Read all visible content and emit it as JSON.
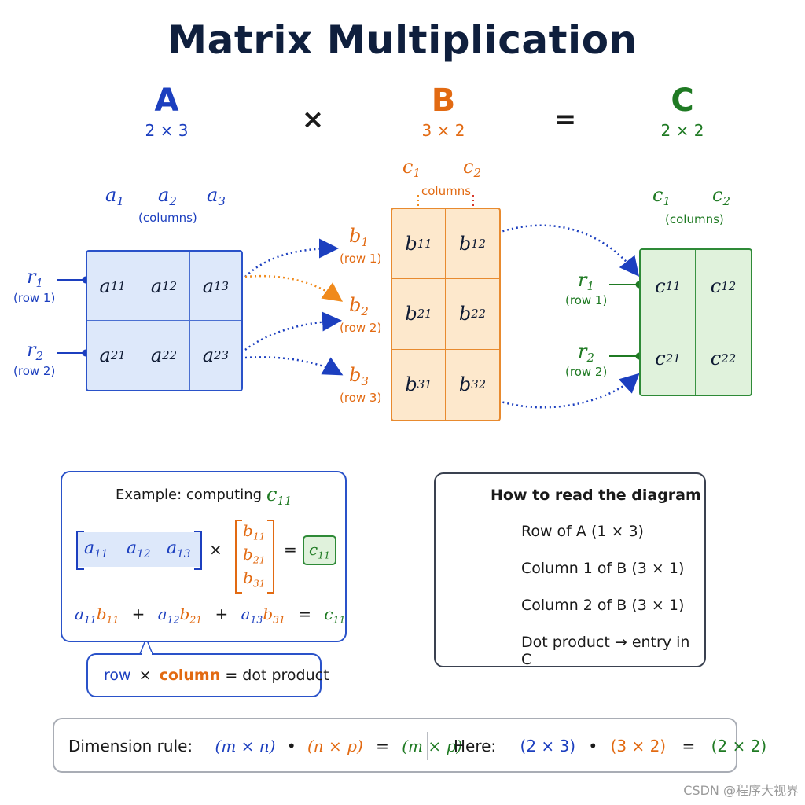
{
  "title": "Matrix Multiplication",
  "matrices": {
    "A": {
      "name": "A",
      "dim": "2 × 3",
      "col_labels": [
        "a1",
        "a2",
        "a3"
      ],
      "cols_note": "(columns)",
      "row_labels": [
        "r1",
        "r2"
      ],
      "row_notes": [
        "(row 1)",
        "(row 2)"
      ],
      "cells": [
        "a11",
        "a12",
        "a13",
        "a21",
        "a22",
        "a23"
      ]
    },
    "B": {
      "name": "B",
      "dim": "3 × 2",
      "col_labels": [
        "c1",
        "c2"
      ],
      "cols_note": "columns",
      "row_labels": [
        "b1",
        "b2",
        "b3"
      ],
      "row_notes": [
        "(row 1)",
        "(row 2)",
        "(row 3)"
      ],
      "cells": [
        "b11",
        "b12",
        "b21",
        "b22",
        "b31",
        "b32"
      ]
    },
    "C": {
      "name": "C",
      "dim": "2 × 2",
      "col_labels": [
        "c1",
        "c2"
      ],
      "cols_note": "(columns)",
      "row_labels": [
        "r1",
        "r2"
      ],
      "row_notes": [
        "(row 1)",
        "(row 2)"
      ],
      "cells": [
        "c11",
        "c12",
        "c21",
        "c22"
      ]
    }
  },
  "operators": {
    "times": "×",
    "equals": "="
  },
  "example": {
    "heading": "Example: computing",
    "target": "c11",
    "row_vector": [
      "a11",
      "a12",
      "a13"
    ],
    "col_vector": [
      "b11",
      "b21",
      "b31"
    ],
    "times": "×",
    "equals": "=",
    "result": "c11",
    "expansion": {
      "terms": [
        [
          "a11",
          "b11"
        ],
        [
          "a12",
          "b21"
        ],
        [
          "a13",
          "b31"
        ]
      ],
      "plus": "+",
      "equals": "=",
      "result": "c11"
    },
    "callout": {
      "row": "row",
      "times": "×",
      "column": "column",
      "rest": "= dot product"
    }
  },
  "legend": {
    "heading": "How to read the diagram",
    "items": [
      {
        "label": "Row of A  (1 × 3)",
        "color": "#1c3fbf",
        "style": "solid-dot"
      },
      {
        "label": "Column 1 of B  (3 × 1)",
        "color": "#f08a1c",
        "style": "dotted"
      },
      {
        "label": "Column 2 of B  (3 × 1)",
        "color": "#d6382a",
        "style": "dotted"
      },
      {
        "label": "Dot product → entry in C",
        "color": "#1c3fbf",
        "style": "dotted"
      }
    ]
  },
  "dimension_rule": {
    "label": "Dimension rule:",
    "m_n": "(m × n)",
    "dot": "•",
    "n_p": "(n × p)",
    "equals": "=",
    "m_p": "(m × p)",
    "here_label": "Here:",
    "h1": "(2 × 3)",
    "h2": "(3 × 2)",
    "h3": "(2 × 2)"
  },
  "watermark": "CSDN @程序大视界",
  "colors": {
    "blue": "#1c3fbf",
    "orange": "#e26a12",
    "green": "#1f7a23",
    "red": "#d6382a"
  }
}
